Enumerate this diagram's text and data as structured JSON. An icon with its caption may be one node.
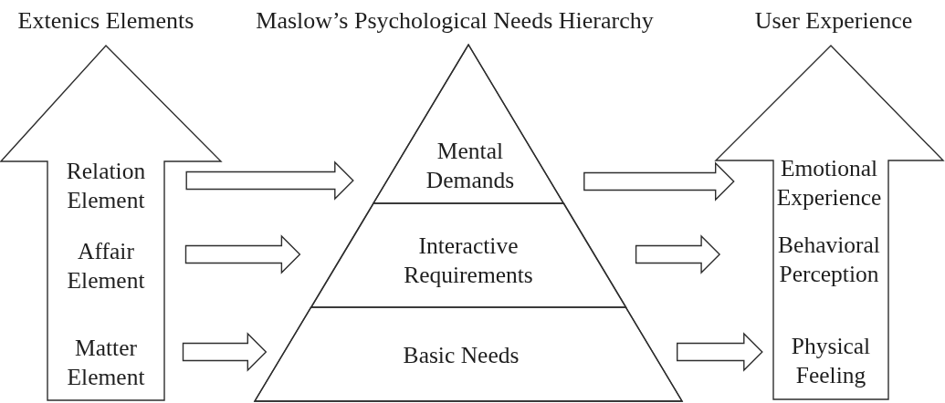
{
  "diagram": {
    "nodes": [
      {
        "text": [
          "Extenics Elements"
        ]
      },
      {
        "text": [
          "Relation Element"
        ],
        "in": 0
      },
      {
        "text": [
          "Affair Element"
        ],
        "in": 0
      },
      {
        "text": [
          "Matter Element"
        ],
        "in": 0
      },
      {
        "text": [
          "Maslow’s Psychological Needs Hierarchy"
        ]
      },
      {
        "text": [
          "Mental Demands"
        ],
        "in": 4
      },
      {
        "text": [
          "Interactive Requirements"
        ],
        "in": 4
      },
      {
        "text": [
          "Basic Needs"
        ],
        "in": 4
      },
      {
        "text": [
          "User Experience"
        ]
      },
      {
        "text": [
          "Emotional Experience"
        ],
        "in": 8
      },
      {
        "text": [
          "Behavioral Perception"
        ],
        "in": 8
      },
      {
        "text": [
          "Physical Feeling"
        ],
        "in": 8
      }
    ],
    "edges": [
      {
        "from": 1,
        "to": 5,
        "arrow": "to"
      },
      {
        "from": 2,
        "to": 6,
        "arrow": "to"
      },
      {
        "from": 3,
        "to": 7,
        "arrow": "to"
      },
      {
        "from": 5,
        "to": 9,
        "arrow": "to"
      },
      {
        "from": 6,
        "to": 10,
        "arrow": "to"
      },
      {
        "from": 7,
        "to": 11,
        "arrow": "to"
      }
    ]
  }
}
